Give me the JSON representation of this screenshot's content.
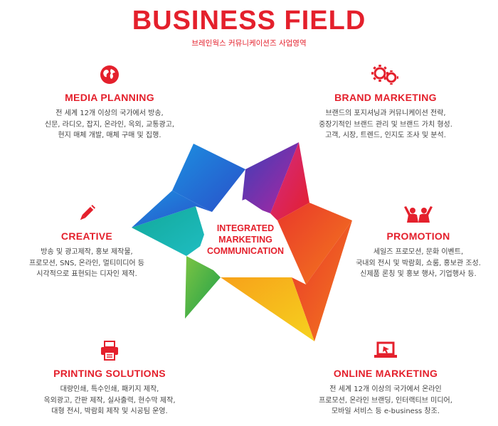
{
  "header": {
    "title": "BUSINESS FIELD",
    "subtitle": "브레인웍스 커뮤니케이션즈 사업영역"
  },
  "center": {
    "line1": "INTEGRATED",
    "line2": "MARKETING",
    "line3": "COMMUNICATION"
  },
  "sections": {
    "media": {
      "icon": "globe-icon",
      "title": "MEDIA PLANNING",
      "lines": [
        "전 세계 12개 이상의 국가에서 방송,",
        "신문, 라디오, 잡지, 온라인, 옥외, 교통광고,",
        "현지 매체 개발, 매체 구매 및 집행."
      ]
    },
    "brand": {
      "icon": "gears-icon",
      "title": "BRAND MARKETING",
      "lines": [
        "브랜드의 포지셔닝과 커뮤니케이션 전략,",
        "중장기적인 브랜드 관리 및 브랜드 가치 형성.",
        "고객, 시장, 트렌드, 인지도 조사 및 분석."
      ]
    },
    "creative": {
      "icon": "pencil-icon",
      "title": "CREATIVE",
      "lines": [
        "방송 및 광고제작, 홍보 제작물,",
        "프로모션, SNS, 온라인, 멀티미디어 등",
        "시각적으로 표현되는 디자인 제작."
      ]
    },
    "promotion": {
      "icon": "people-cheering-icon",
      "title": "PROMOTION",
      "lines": [
        "세일즈 프로모션, 문화 이벤트,",
        "국내외 전시 및 박람회, 쇼룸, 홍보관 조성.",
        "신제품 론칭 및 홍보 행사, 기업행사 등."
      ]
    },
    "printing": {
      "icon": "printer-icon",
      "title": "PRINTING SOLUTIONS",
      "lines": [
        "대량인쇄, 특수인쇄, 패키지 제작,",
        "옥외광고, 간판 제작, 실사출력, 현수막 제작,",
        "대형 전시, 박람회 제작 및 시공팀 운영."
      ]
    },
    "online": {
      "icon": "laptop-icon",
      "title": "ONLINE MARKETING",
      "lines": [
        "전 세계 12개 이상의 국가에서 온라인",
        "프로모션, 온라인 브랜딩, 인터랙티브 미디어,",
        "모바일 서비스 등 e-business 창조."
      ]
    }
  },
  "colors": {
    "accent": "#e4202c",
    "text": "#444444"
  }
}
